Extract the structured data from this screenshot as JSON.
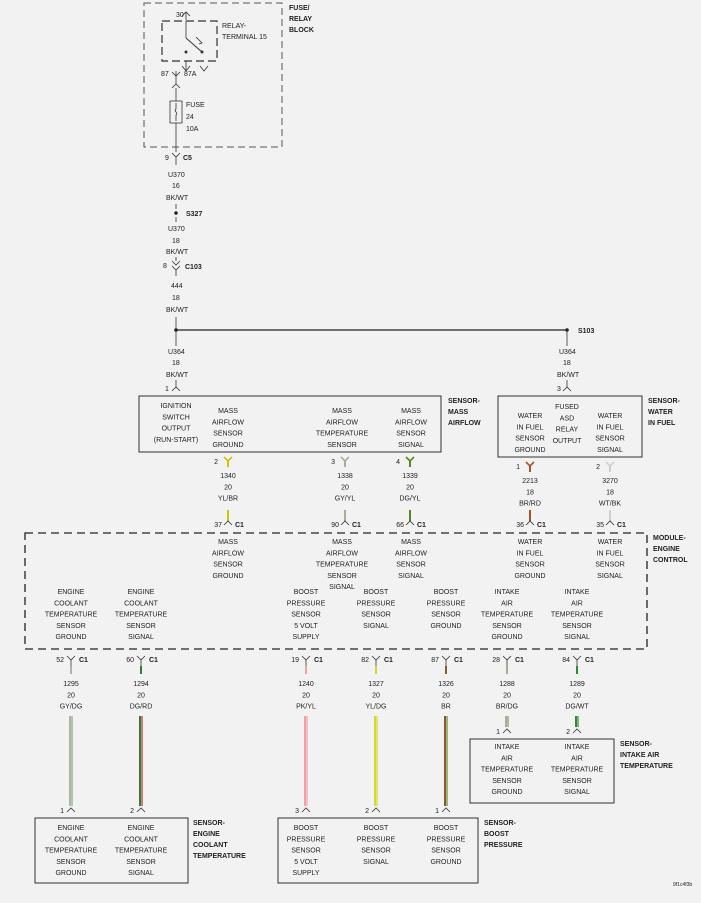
{
  "fuse_block": {
    "title": [
      "FUSE/",
      "RELAY",
      "BLOCK"
    ],
    "relay": {
      "label": [
        "RELAY-",
        "TERMINAL 15"
      ],
      "pin_30": "30",
      "pin_87": "87",
      "pin_87a": "87A"
    },
    "fuse": {
      "label": [
        "FUSE",
        "24",
        "10A"
      ]
    }
  },
  "feed": {
    "c5": {
      "pin": "9",
      "conn": "C5"
    },
    "wire1": [
      "U370",
      "16",
      "BK/WT"
    ],
    "s327": "S327",
    "wire2": [
      "U370",
      "18",
      "BK/WT"
    ],
    "c103": {
      "pin": "8",
      "conn": "C103"
    },
    "wire3": [
      "444",
      "18",
      "BK/WT"
    ],
    "s103": "S103",
    "left_wire": [
      "U364",
      "18",
      "BK/WT"
    ],
    "right_wire": [
      "U364",
      "18",
      "BK/WT"
    ],
    "left_pin": "1",
    "right_pin": "3"
  },
  "maf_sensor": {
    "title": [
      "SENSOR-",
      "MASS",
      "AIRFLOW"
    ],
    "pins": [
      {
        "label": [
          "IGNITION",
          "SWITCH",
          "OUTPUT",
          "(RUN-START)"
        ]
      },
      {
        "label": [
          "MASS",
          "AIRFLOW",
          "SENSOR",
          "GROUND"
        ]
      },
      {
        "label": [
          "MASS",
          "AIRFLOW",
          "TEMPERATURE",
          "SENSOR"
        ]
      },
      {
        "label": [
          "MASS",
          "AIRFLOW",
          "SENSOR",
          "SIGNAL"
        ]
      }
    ]
  },
  "wif_sensor": {
    "title": [
      "SENSOR-",
      "WATER",
      "IN FUEL"
    ],
    "pins": [
      {
        "label": [
          "WATER",
          "IN FUEL",
          "SENSOR",
          "GROUND"
        ]
      },
      {
        "label": [
          "FUSED",
          "ASD",
          "RELAY",
          "OUTPUT"
        ]
      },
      {
        "label": [
          "WATER",
          "IN FUEL",
          "SENSOR",
          "SIGNAL"
        ]
      }
    ]
  },
  "upper_wires": [
    {
      "pin": "2",
      "wire": [
        "1340",
        "20",
        "YL/BR"
      ],
      "c1pin": "37",
      "c1": "C1",
      "color": "#d4c400"
    },
    {
      "pin": "3",
      "wire": [
        "1338",
        "20",
        "GY/YL"
      ],
      "c1pin": "90",
      "c1": "C1",
      "color": "#a8b08c"
    },
    {
      "pin": "4",
      "wire": [
        "1339",
        "20",
        "DG/YL"
      ],
      "c1pin": "66",
      "c1": "C1",
      "color": "#4f8a1e"
    },
    {
      "pin": "1",
      "wire": [
        "2213",
        "18",
        "BR/RD"
      ],
      "c1pin": "36",
      "c1": "C1",
      "color": "#b0502a"
    },
    {
      "pin": "2",
      "wire": [
        "3270",
        "18",
        "WT/BK"
      ],
      "c1pin": "35",
      "c1": "C1",
      "color": "#cfcfcf"
    }
  ],
  "ecm": {
    "title": [
      "MODULE-",
      "ENGINE",
      "CONTROL"
    ],
    "upper_labels": [
      [
        "MASS",
        "AIRFLOW",
        "SENSOR",
        "GROUND"
      ],
      [
        "MASS",
        "AIRFLOW",
        "TEMPERATURE",
        "SENSOR",
        "SIGNAL"
      ],
      [
        "MASS",
        "AIRFLOW",
        "SENSOR",
        "SIGNAL"
      ],
      [
        "WATER",
        "IN FUEL",
        "SENSOR",
        "GROUND"
      ],
      [
        "WATER",
        "IN FUEL",
        "SENSOR",
        "SIGNAL"
      ]
    ],
    "lower_labels": [
      [
        "ENGINE",
        "COOLANT",
        "TEMPERATURE",
        "SENSOR",
        "GROUND"
      ],
      [
        "ENGINE",
        "COOLANT",
        "TEMPERATURE",
        "SENSOR",
        "SIGNAL"
      ],
      [
        "BOOST",
        "PRESSURE",
        "SENSOR",
        "5 VOLT",
        "SUPPLY"
      ],
      [
        "BOOST",
        "PRESSURE",
        "SENSOR",
        "SIGNAL"
      ],
      [
        "BOOST",
        "PRESSURE",
        "SENSOR",
        "GROUND"
      ],
      [
        "INTAKE",
        "AIR",
        "TEMPERATURE",
        "SENSOR",
        "GROUND"
      ],
      [
        "INTAKE",
        "AIR",
        "TEMPERATURE",
        "SENSOR",
        "SIGNAL"
      ]
    ]
  },
  "lower_wires": [
    {
      "c1pin": "52",
      "c1": "C1",
      "wire": [
        "1295",
        "20",
        "GY/DG"
      ],
      "color": "#a9b8a0",
      "stripe": "#8aa38a",
      "end_pin": "1"
    },
    {
      "c1pin": "60",
      "c1": "C1",
      "wire": [
        "1294",
        "20",
        "DG/RD"
      ],
      "color": "#2e7d32",
      "stripe": "#c62828",
      "end_pin": "2"
    },
    {
      "c1pin": "19",
      "c1": "C1",
      "wire": [
        "1240",
        "20",
        "PK/YL"
      ],
      "color": "#f2a0a0",
      "stripe": "#f2a0a0",
      "end_pin": "3"
    },
    {
      "c1pin": "82",
      "c1": "C1",
      "wire": [
        "1327",
        "20",
        "YL/DG"
      ],
      "color": "#d8d830",
      "stripe": "#d8d830",
      "end_pin": "2"
    },
    {
      "c1pin": "87",
      "c1": "C1",
      "wire": [
        "1326",
        "20",
        "BR"
      ],
      "color": "#8a5a2a",
      "stripe": "#6b8a2a",
      "end_pin": "1"
    },
    {
      "c1pin": "28",
      "c1": "C1",
      "wire": [
        "1288",
        "20",
        "BR/DG"
      ],
      "color": "#b0a890",
      "stripe": "#8a8a70",
      "end_pin": "1"
    },
    {
      "c1pin": "84",
      "c1": "C1",
      "wire": [
        "1289",
        "20",
        "DG/WT"
      ],
      "color": "#2e8b2e",
      "stripe": "#2e8b2e",
      "end_pin": "2"
    }
  ],
  "iat_sensor": {
    "title": [
      "SENSOR-",
      "INTAKE AIR",
      "TEMPERATURE"
    ],
    "pins": [
      {
        "label": [
          "INTAKE",
          "AIR",
          "TEMPERATURE",
          "SENSOR",
          "GROUND"
        ]
      },
      {
        "label": [
          "INTAKE",
          "AIR",
          "TEMPERATURE",
          "SENSOR",
          "SIGNAL"
        ]
      }
    ]
  },
  "ect_sensor": {
    "title": [
      "SENSOR-",
      "ENGINE",
      "COOLANT",
      "TEMPERATURE"
    ],
    "pins": [
      {
        "label": [
          "ENGINE",
          "COOLANT",
          "TEMPERATURE",
          "SENSOR",
          "GROUND"
        ]
      },
      {
        "label": [
          "ENGINE",
          "COOLANT",
          "TEMPERATURE",
          "SENSOR",
          "SIGNAL"
        ]
      }
    ]
  },
  "boost_sensor": {
    "title": [
      "SENSOR-",
      "BOOST",
      "PRESSURE"
    ],
    "pins": [
      {
        "label": [
          "BOOST",
          "PRESSURE",
          "SENSOR",
          "5 VOLT",
          "SUPPLY"
        ]
      },
      {
        "label": [
          "BOOST",
          "PRESSURE",
          "SENSOR",
          "SIGNAL"
        ]
      },
      {
        "label": [
          "BOOST",
          "PRESSURE",
          "SENSOR",
          "GROUND"
        ]
      }
    ]
  },
  "footer_code": "9f1c4f3b"
}
